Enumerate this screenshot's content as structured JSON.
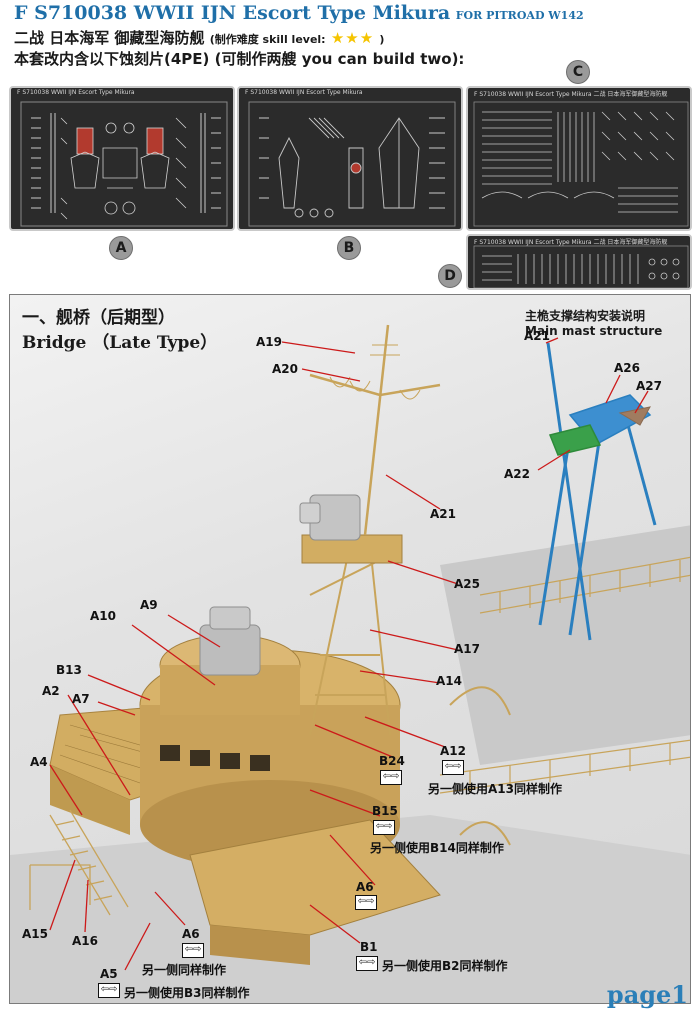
{
  "header": {
    "title_main": "F S710038 WWII IJN Escort Type Mikura",
    "title_sub": "FOR PITROAD W142",
    "cn_title": "二战 日本海军 御藏型海防舰",
    "difficulty_label": "(制作难度 skill level:",
    "difficulty_stars": "★★★",
    "difficulty_close": ")",
    "contents_line": "本套改内含以下蚀刻片(4PE) (可制作两艘 you can build two):"
  },
  "sheets": {
    "a": {
      "badge": "A",
      "caption": "F S710038 WWII IJN Escort Type Mikura"
    },
    "b": {
      "badge": "B",
      "caption": "F S710038 WWII IJN Escort Type Mikura"
    },
    "c": {
      "badge": "C",
      "caption": "F S710038 WWII IJN Escort Type Mikura 二战 日本海军御藏型海防舰"
    },
    "d": {
      "badge": "D",
      "caption": "F S710038 WWII IJN Escort Type Mikura 二战 日本海军御藏型海防舰"
    }
  },
  "section": {
    "title_cn": "一、舰桥（后期型）",
    "title_en": "Bridge （Late Type）"
  },
  "mast": {
    "title_cn": "主桅支撑结构安装说明",
    "title_en": "Main mast structure",
    "labels": {
      "a21": "A21",
      "a26": "A26",
      "a27": "A27",
      "a22": "A22"
    }
  },
  "callouts": {
    "a19": "A19",
    "a20": "A20",
    "a21": "A21",
    "a25": "A25",
    "a17": "A17",
    "a14": "A14",
    "a12": "A12",
    "b24": "B24",
    "b15": "B15",
    "a6_right": "A6",
    "b1": "B1",
    "a9": "A9",
    "a10": "A10",
    "b13": "B13",
    "a2": "A2",
    "a7": "A7",
    "a4": "A4",
    "a15": "A15",
    "a16": "A16",
    "a5": "A5",
    "a6_left": "A6"
  },
  "notes": {
    "a12_note": "另一侧使用A13同样制作",
    "b15_note": "另一侧使用B14同样制作",
    "b1_note": "另一侧使用B2同样制作",
    "a6_note": "另一侧同样制作",
    "a5_note": "另一侧使用B3同样制作"
  },
  "icons": {
    "flip": "flip-arrow-icon"
  },
  "footer": {
    "page": "page1"
  },
  "colors": {
    "accent": "#1f6fa8",
    "star": "#f5c400",
    "mast_blue": "#2a7fbf",
    "mast_green": "#2e8b3a"
  }
}
